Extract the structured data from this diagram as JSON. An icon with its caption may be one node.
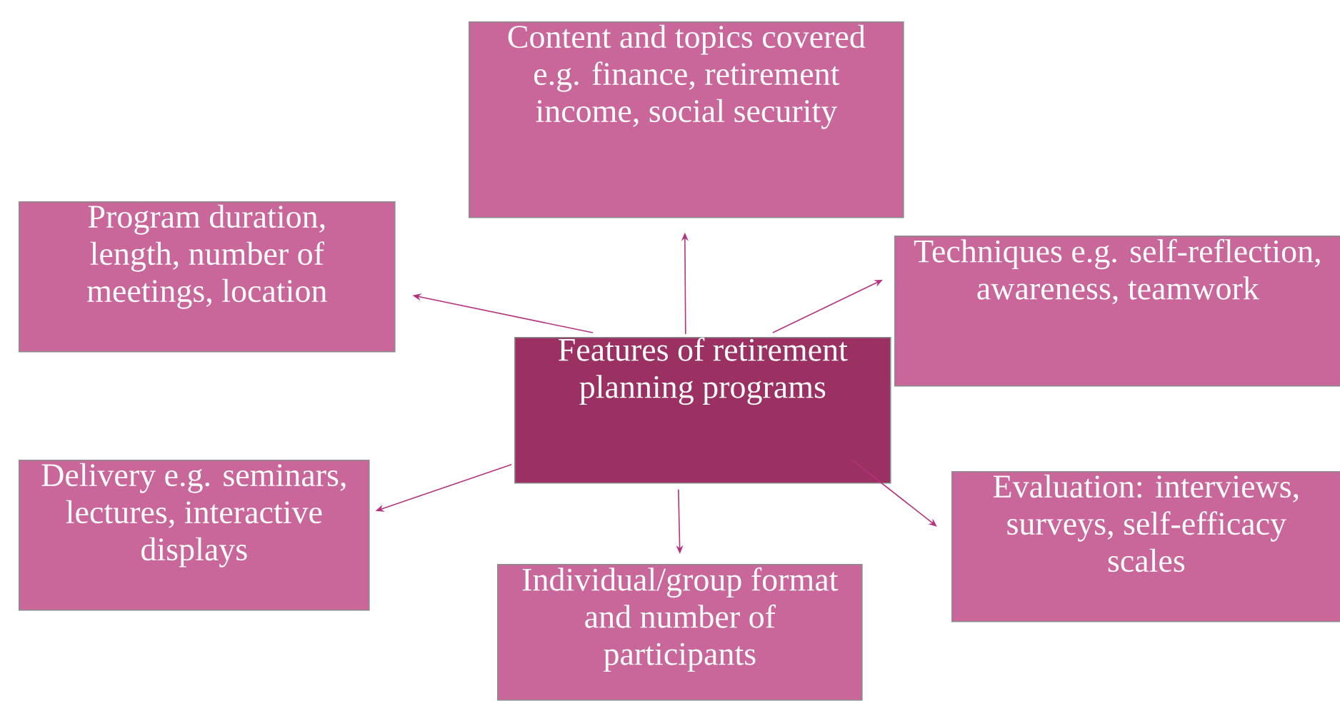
{
  "diagram": {
    "nodes": [
      {
        "text": [
          "Content and topics covered e.g. finance, retirement income, social security"
        ]
      },
      {
        "text": [
          "Program duration, length, number of meetings, location"
        ]
      },
      {
        "text": [
          "Techniques e.g. self-reflection, awareness, teamwork"
        ]
      },
      {
        "text": [
          "Features of retirement planning programs"
        ]
      },
      {
        "text": [
          "Delivery e.g. seminars, lectures, interactive displays"
        ]
      },
      {
        "text": [
          "Evaluation: interviews, surveys, self-efficacy scales"
        ]
      },
      {
        "text": [
          "Individual/group format and number of participants"
        ]
      }
    ],
    "edges": [
      {
        "from": 3,
        "to": 0,
        "arrow": "to"
      },
      {
        "from": 3,
        "to": 1,
        "arrow": "to"
      },
      {
        "from": 3,
        "to": 2,
        "arrow": "to"
      },
      {
        "from": 3,
        "to": 4,
        "arrow": "to"
      },
      {
        "from": 3,
        "to": 5,
        "arrow": "to"
      },
      {
        "from": 3,
        "to": 6,
        "arrow": "to"
      }
    ]
  }
}
